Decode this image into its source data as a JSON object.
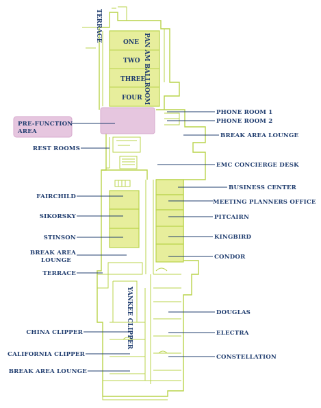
{
  "colors": {
    "meeting_room_fill": "#e7ee9c",
    "walls": "#b9d34a",
    "pre_function_fill": "#e6c6df",
    "label_text": "#1f3c6e",
    "leader_lines": "#1f3c6e"
  },
  "map": {
    "terrace_top": "TERRACE",
    "ballroom": {
      "name": "PAN AM BALLROOM",
      "sections": [
        "ONE",
        "TWO",
        "THREE",
        "FOUR"
      ]
    },
    "yankee_clipper": "YANKEE CLIPPER",
    "labels_left": {
      "pre_function_line1": "PRE-FUNCTION",
      "pre_function_line2": "AREA",
      "rest_rooms": "REST ROOMS",
      "fairchild": "FAIRCHILD",
      "sikorsky": "SIKORSKY",
      "stinson": "STINSON",
      "break_lounge_line1": "BREAK AREA",
      "break_lounge_line2": "LOUNGE",
      "terrace": "TERRACE",
      "china_clipper": "CHINA CLIPPER",
      "california_clipper": "CALIFORNIA CLIPPER",
      "break_area_lounge_bottom": "BREAK AREA LOUNGE"
    },
    "labels_right": {
      "phone_room_1": "PHONE ROOM 1",
      "phone_room_2": "PHONE ROOM 2",
      "break_area_lounge": "BREAK AREA LOUNGE",
      "emc_concierge": "EMC CONCIERGE DESK",
      "business_center": "BUSINESS CENTER",
      "meeting_planners": "MEETING PLANNERS OFFICE",
      "pitcairn": "PITCAIRN",
      "kingbird": "KINGBIRD",
      "condor": "CONDOR",
      "douglas": "DOUGLAS",
      "electra": "ELECTRA",
      "constellation": "CONSTELLATION"
    }
  }
}
